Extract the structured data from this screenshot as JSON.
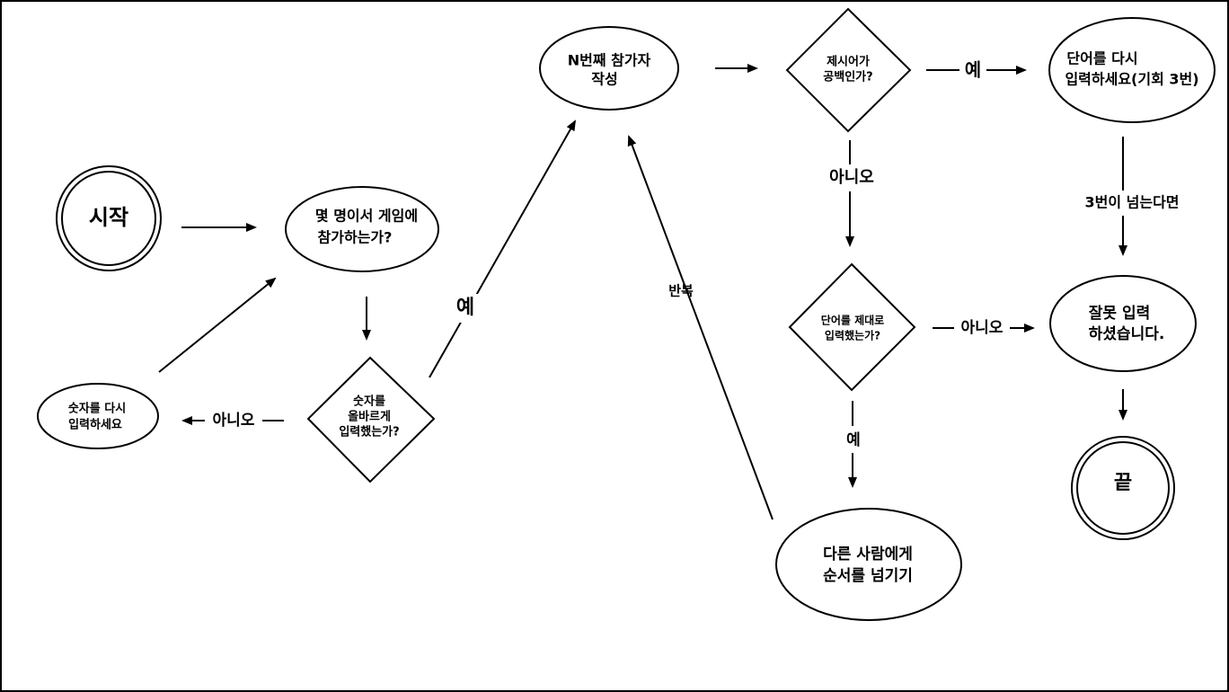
{
  "colors": {
    "background": "#ffffff",
    "stroke": "#000000",
    "text": "#000000"
  },
  "nodes": {
    "start": {
      "line1": "시작"
    },
    "ask_players": {
      "line1": "몇 명이서 게임에",
      "line2": "참가하는가?"
    },
    "check_number": {
      "line1": "숫자를",
      "line2": "올바르게",
      "line3": "입력했는가?"
    },
    "reenter_number": {
      "line1": "숫자를 다시",
      "line2": "입력하세요"
    },
    "nth_player": {
      "line1": "N번째 참가자",
      "line2": "작성"
    },
    "check_blank": {
      "line1": "제시어가",
      "line2": "공백인가?"
    },
    "reenter_word": {
      "line1": "단어를 다시",
      "line2": "입력하세요(기회 3번)"
    },
    "check_word": {
      "line1": "단어를 제대로",
      "line2": "입력했는가?"
    },
    "wrong_input": {
      "line1": "잘못 입력",
      "line2": "하셨습니다."
    },
    "pass_turn": {
      "line1": "다른 사람에게",
      "line2": "순서를 넘기기"
    },
    "end": {
      "line1": "끝"
    }
  },
  "edge_labels": {
    "number_no": "아니오",
    "number_yes": "예",
    "repeat": "반복",
    "blank_yes": "예",
    "blank_no": "아니오",
    "over_three": "3번이 넘는다면",
    "word_no": "아니오",
    "word_yes": "예"
  }
}
